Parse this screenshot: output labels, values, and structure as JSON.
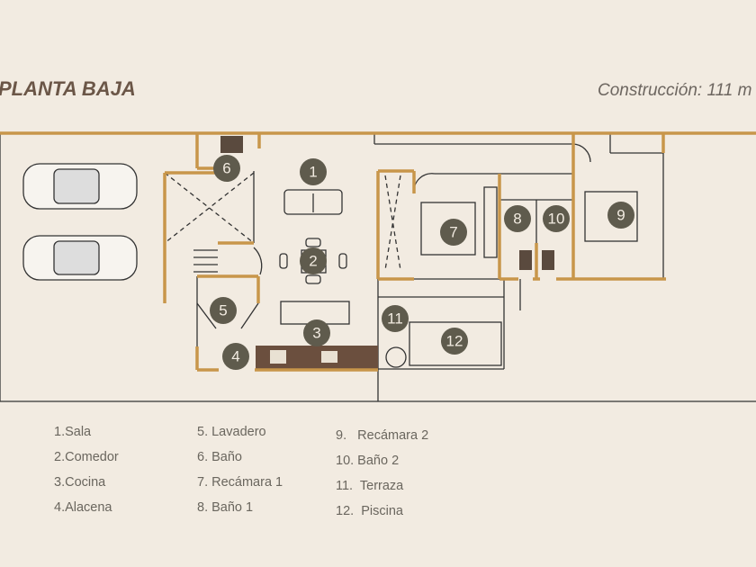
{
  "header": {
    "title": "PLANTA BAJA",
    "construction": "Construcción: 111 m"
  },
  "colors": {
    "background": "#f2ebe1",
    "wall_accent": "#c8964a",
    "marker": "#5f5b4d",
    "counter": "#6b4f3e"
  },
  "markers": [
    "1",
    "2",
    "3",
    "4",
    "5",
    "6",
    "7",
    "8",
    "9",
    "10",
    "11",
    "12"
  ],
  "legend": {
    "col1": [
      "1.Sala",
      "2.Comedor",
      "3.Cocina",
      "4.Alacena"
    ],
    "col2": [
      "5. Lavadero",
      "6. Baño",
      "7. Recámara 1",
      "8. Baño 1"
    ],
    "col3": [
      "9.   Recámara 2",
      "10. Baño 2",
      "11.  Terraza",
      "12.  Piscina"
    ]
  }
}
